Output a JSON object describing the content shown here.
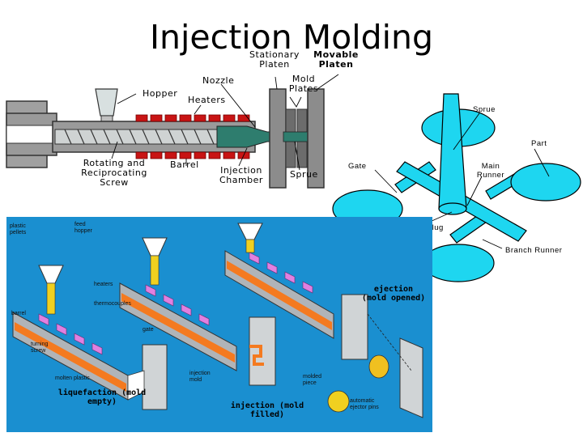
{
  "slide": {
    "title": "Injection Molding"
  },
  "machine_diagram": {
    "labels": {
      "hopper": "Hopper",
      "nozzle": "Nozzle",
      "heaters": "Heaters",
      "stationary_platen": "Stationary Platen",
      "movable_platen": "Movable Platen",
      "mold_plates": "Mold Plates",
      "rotating_screw": "Rotating and Reciprocating Screw",
      "barrel": "Barrel",
      "injection_chamber": "Injection Chamber",
      "sprue": "Sprue"
    },
    "colors": {
      "barrel_gray": "#9a9a9a",
      "heater_red": "#c81414",
      "melt_teal": "#2e7d6e",
      "platen_gray": "#8c8c8c"
    }
  },
  "runner_diagram": {
    "labels": {
      "sprue": "Sprue",
      "part": "Part",
      "gate": "Gate",
      "main_runner": "Main Runner",
      "cold_slug_well": "Cold Slug Well",
      "branch_runner": "Branch Runner"
    },
    "colors": {
      "cyan": "#1ed6f0"
    }
  },
  "process_panel": {
    "labels": {
      "plastic_pellets": "plastic pellets",
      "feed_hopper": "feed hopper",
      "heaters": "heaters",
      "thermocouples": "thermocouples",
      "barrel": "barrel",
      "gate": "gate",
      "turning_screw": "turning screw",
      "molten_plastic": "molten plastic",
      "injection_mold": "injection mold",
      "molded_piece": "molded piece",
      "automatic_ejector_pins": "automatic ejector pins"
    },
    "captions": {
      "liquefaction": "liquefaction (mold empty)",
      "injection": "injection (mold filled)",
      "ejection": "ejection (mold opened)"
    },
    "colors": {
      "background": "#1a8fd0",
      "heater_pink": "#e080e0",
      "molten_orange": "#f47a20"
    }
  }
}
